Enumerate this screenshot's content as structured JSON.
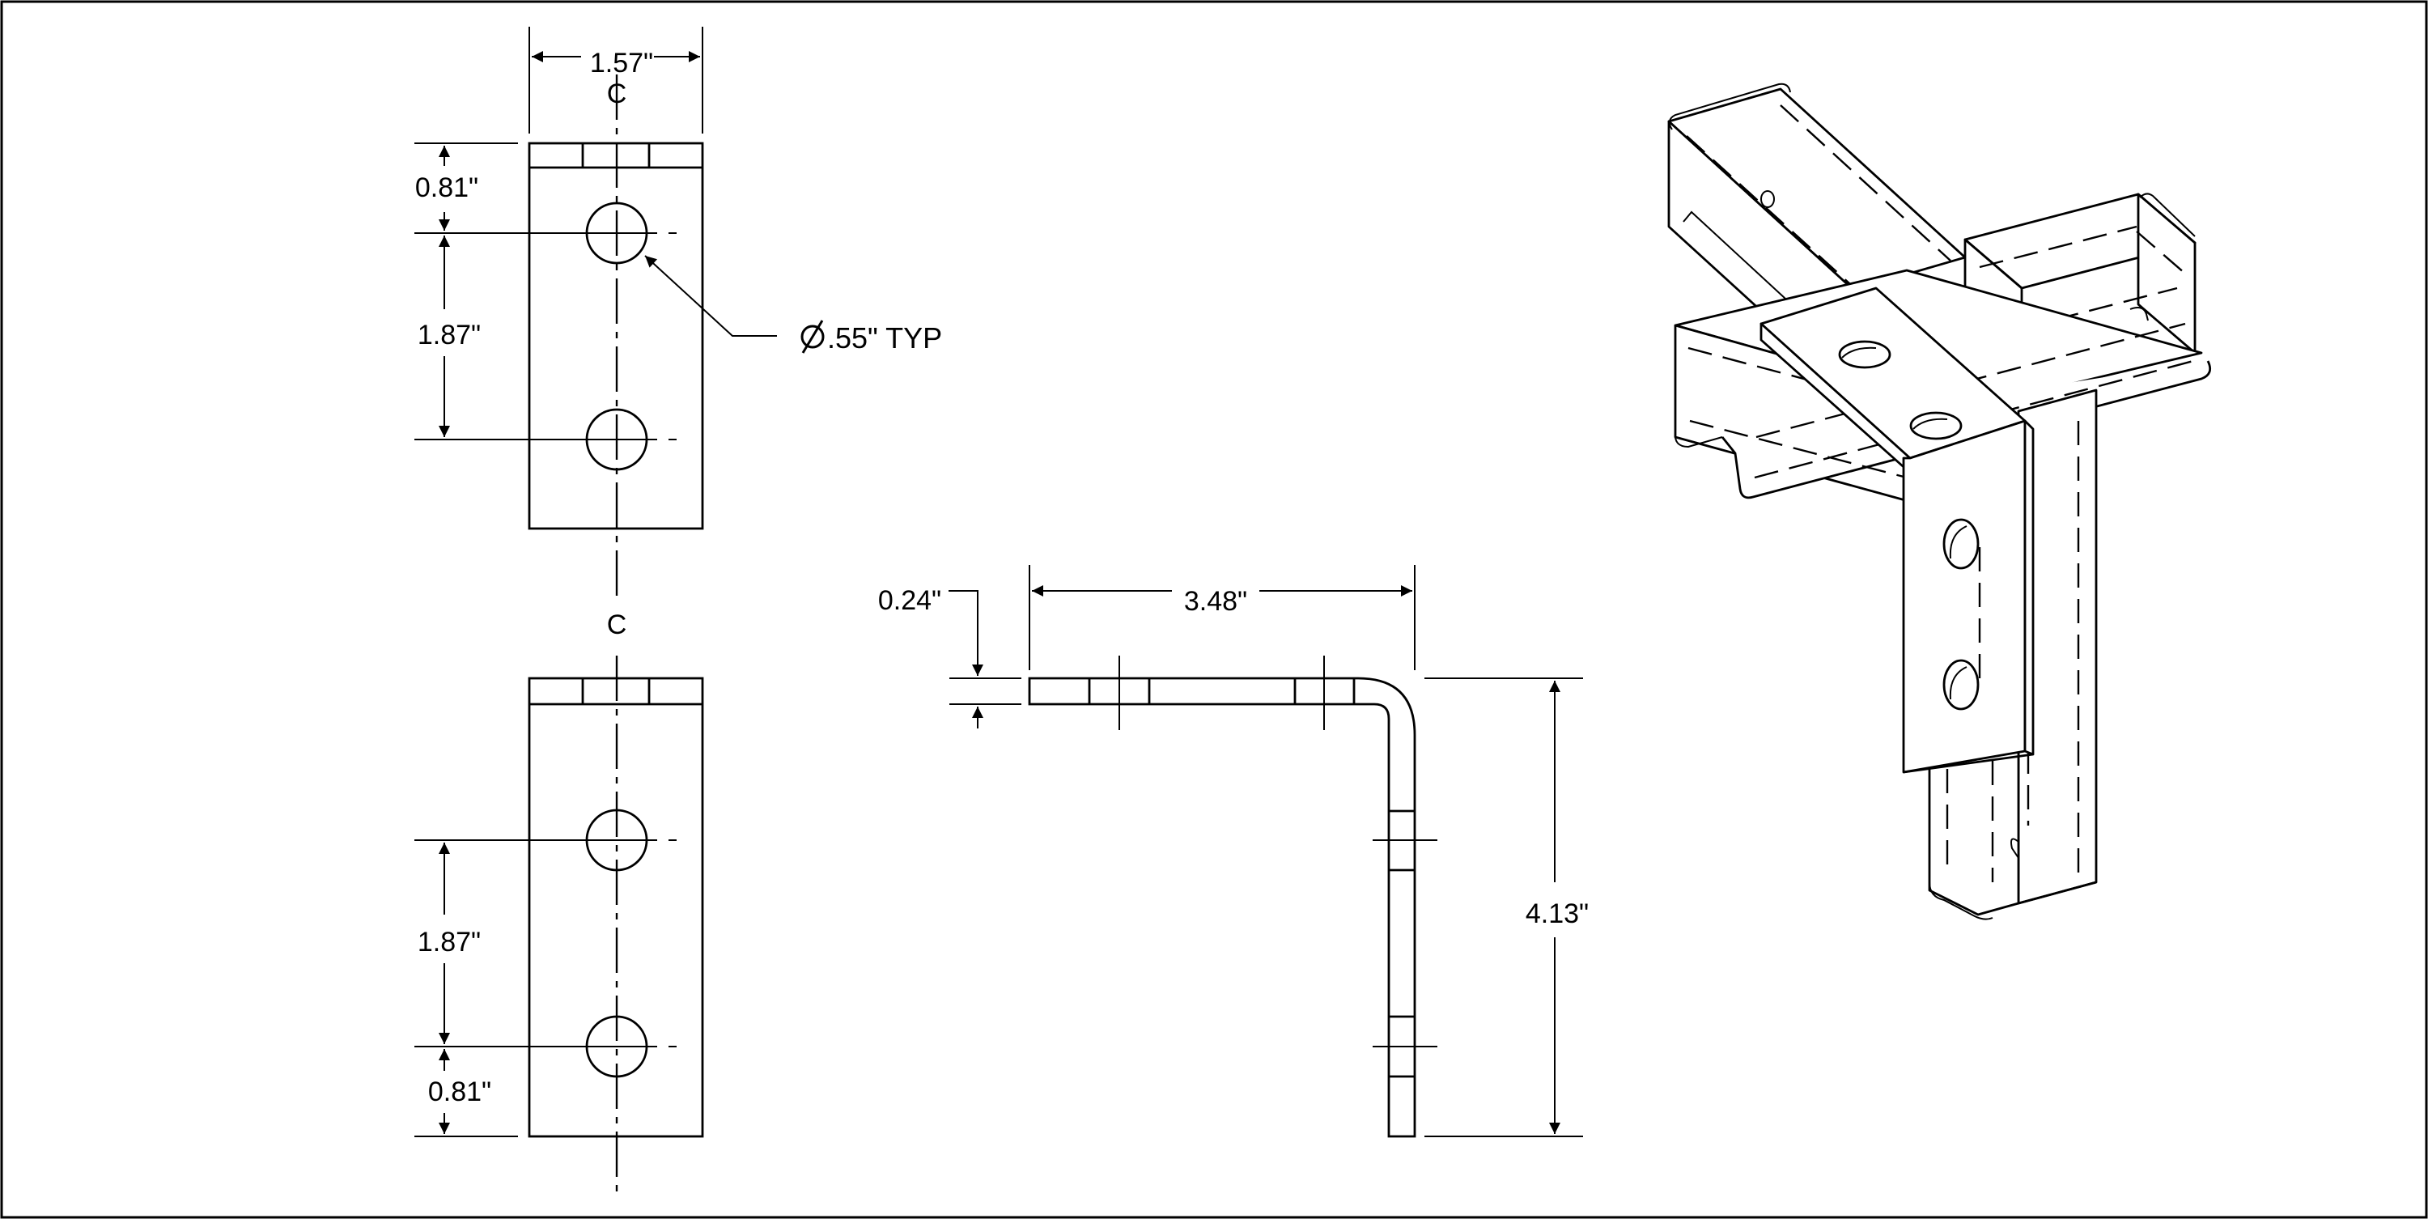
{
  "drawing": {
    "top_view": {
      "width_dim": "1.57\"",
      "centerline_mark": "C",
      "edge_dim": "0.81\"",
      "hole_spacing_dim": "1.87\"",
      "hole_callout": ".55\" TYP"
    },
    "bottom_view": {
      "centerline_mark": "C",
      "hole_spacing_dim": "1.87\"",
      "edge_dim": "0.81\""
    },
    "side_view": {
      "thickness_dim": "0.24\"",
      "horizontal_leg_dim": "3.48\"",
      "vertical_leg_dim": "4.13\""
    },
    "icons": {
      "diameter_symbol": "diameter-icon"
    }
  }
}
